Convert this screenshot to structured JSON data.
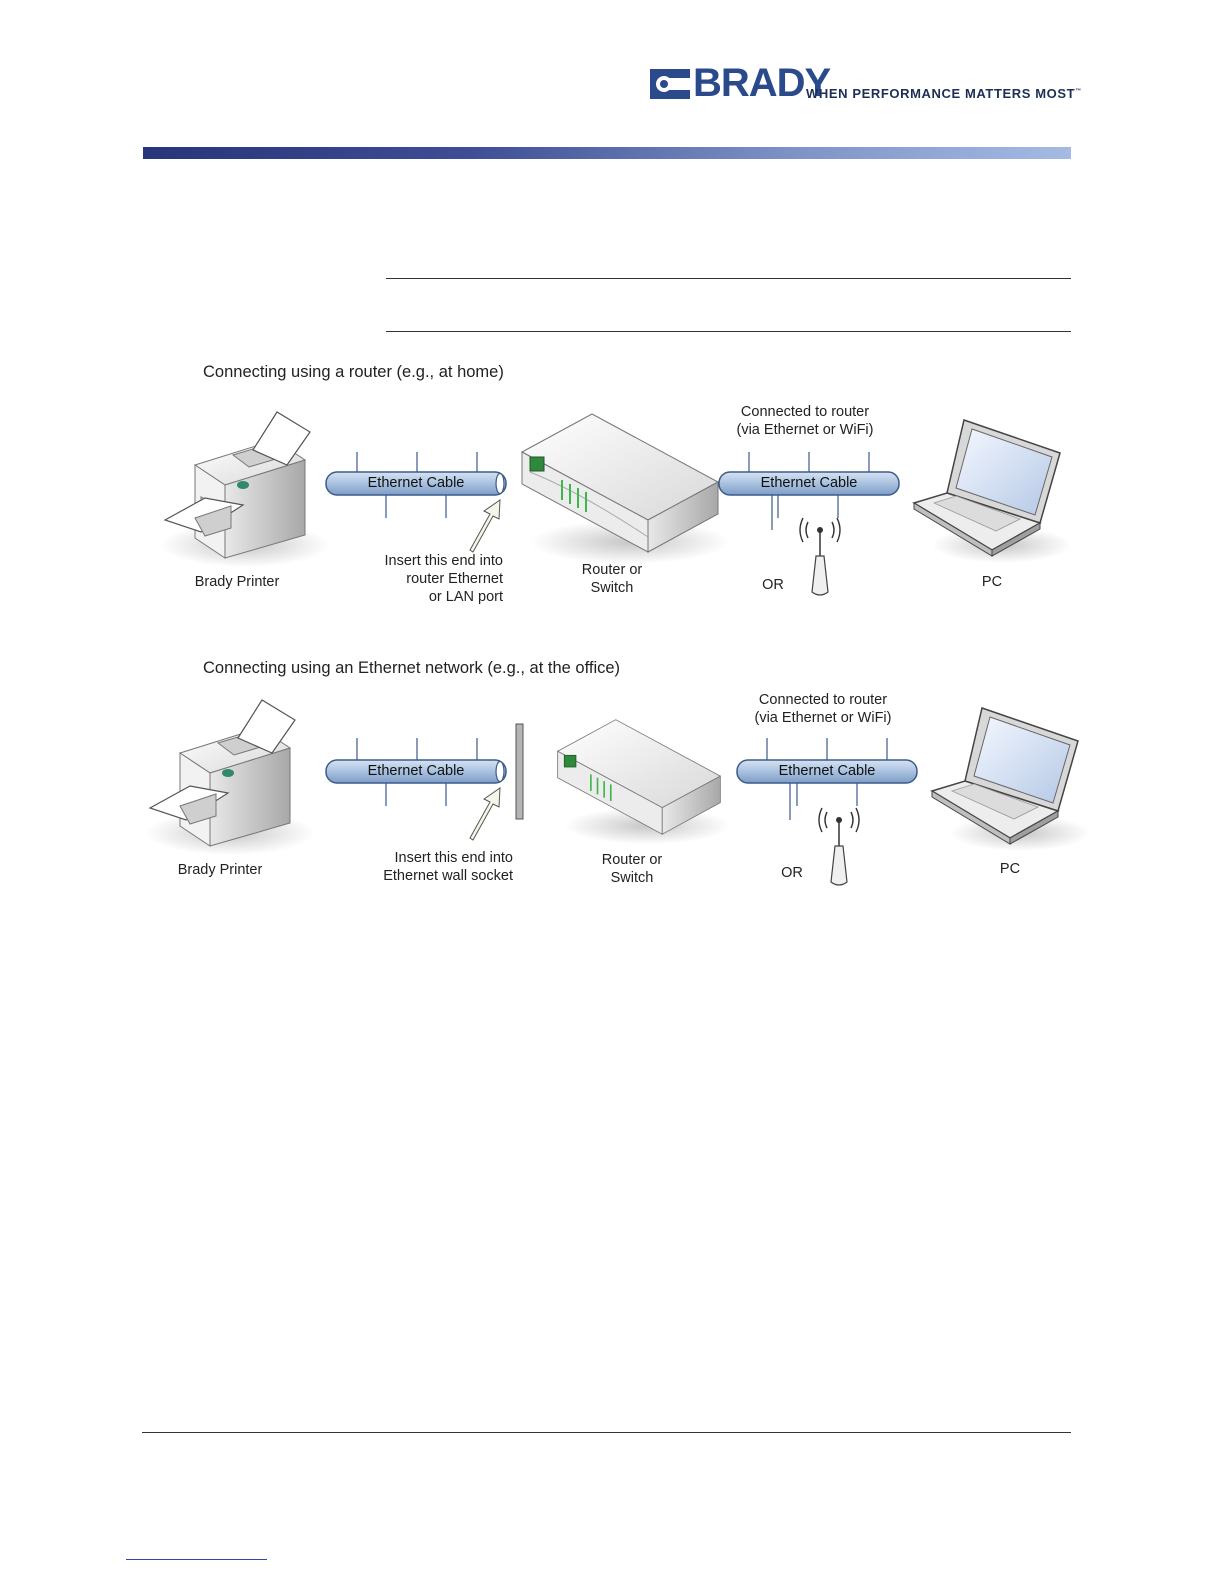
{
  "header": {
    "brand": "BRADY",
    "tagline": "WHEN PERFORMANCE MATTERS MOST",
    "trademark": "™",
    "brand_color": "#2a4a8c"
  },
  "diagram_home": {
    "title": "Connecting using a router (e.g., at home)",
    "printer_label": "Brady Printer",
    "cable_left_label": "Ethernet Cable",
    "insert_note": [
      "Insert this end into",
      "router Ethernet",
      "or LAN port"
    ],
    "router_label": [
      "Router or",
      "Switch"
    ],
    "connected_note": [
      "Connected to router",
      "(via Ethernet or WiFi)"
    ],
    "cable_right_label": "Ethernet Cable",
    "or_label": "OR",
    "pc_label": "PC"
  },
  "diagram_office": {
    "title": "Connecting using an Ethernet network (e.g., at the office)",
    "printer_label": "Brady Printer",
    "cable_left_label": "Ethernet Cable",
    "insert_note": [
      "Insert this end into",
      "Ethernet wall socket"
    ],
    "router_label": [
      "Router or",
      "Switch"
    ],
    "connected_note": [
      "Connected to router",
      "(via Ethernet or WiFi)"
    ],
    "cable_right_label": "Ethernet Cable",
    "or_label": "OR",
    "pc_label": "PC"
  },
  "colors": {
    "cable_fill": "#a9c1df",
    "cable_stroke": "#3c5a8a",
    "header_bar_start": "#27357a",
    "header_bar_end": "#a5bbe3"
  }
}
